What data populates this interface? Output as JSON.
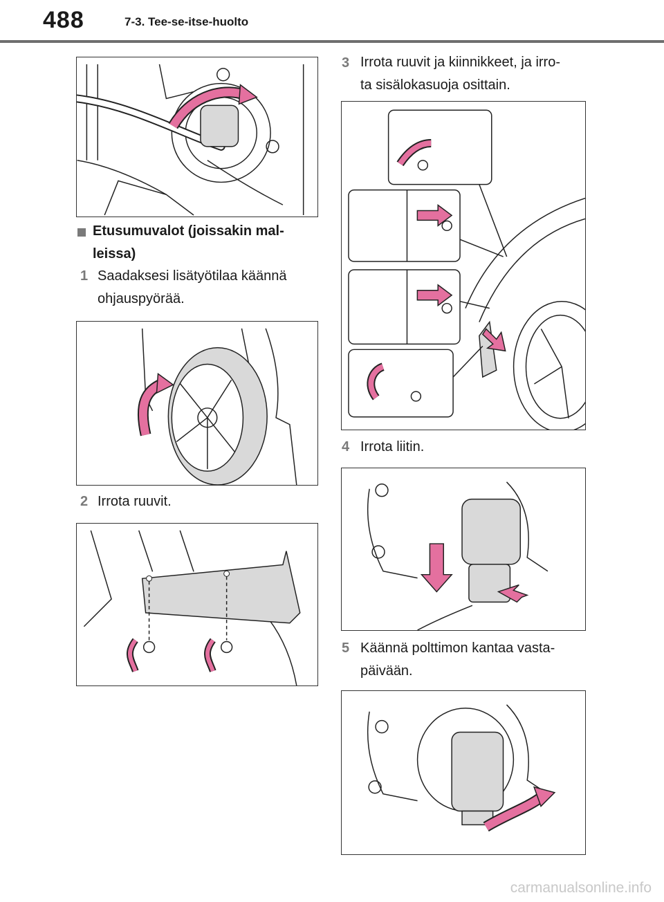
{
  "header": {
    "page_number": "488",
    "chapter": "7-3. Tee-se-itse-huolto"
  },
  "section": {
    "title_line1": "Etusumuvalot (joissakin mal-",
    "title_line2": "leissa)"
  },
  "steps": [
    {
      "num": "1",
      "line1": "Saadaksesi lisätyötilaa käännä",
      "line2": "ohjauspyörää."
    },
    {
      "num": "2",
      "line1": "Irrota ruuvit.",
      "line2": ""
    },
    {
      "num": "3",
      "line1": "Irrota ruuvit ja kiinnikkeet, ja irro-",
      "line2": "ta sisälokasuoja osittain."
    },
    {
      "num": "4",
      "line1": "Irrota liitin.",
      "line2": ""
    },
    {
      "num": "5",
      "line1": "Käännä polttimon kantaa vasta-",
      "line2": "päivään."
    }
  ],
  "watermark": "carmanualsonline.info",
  "colors": {
    "arrow": "#e4709f",
    "part_fill": "#d9d9d9",
    "line": "#222222"
  }
}
